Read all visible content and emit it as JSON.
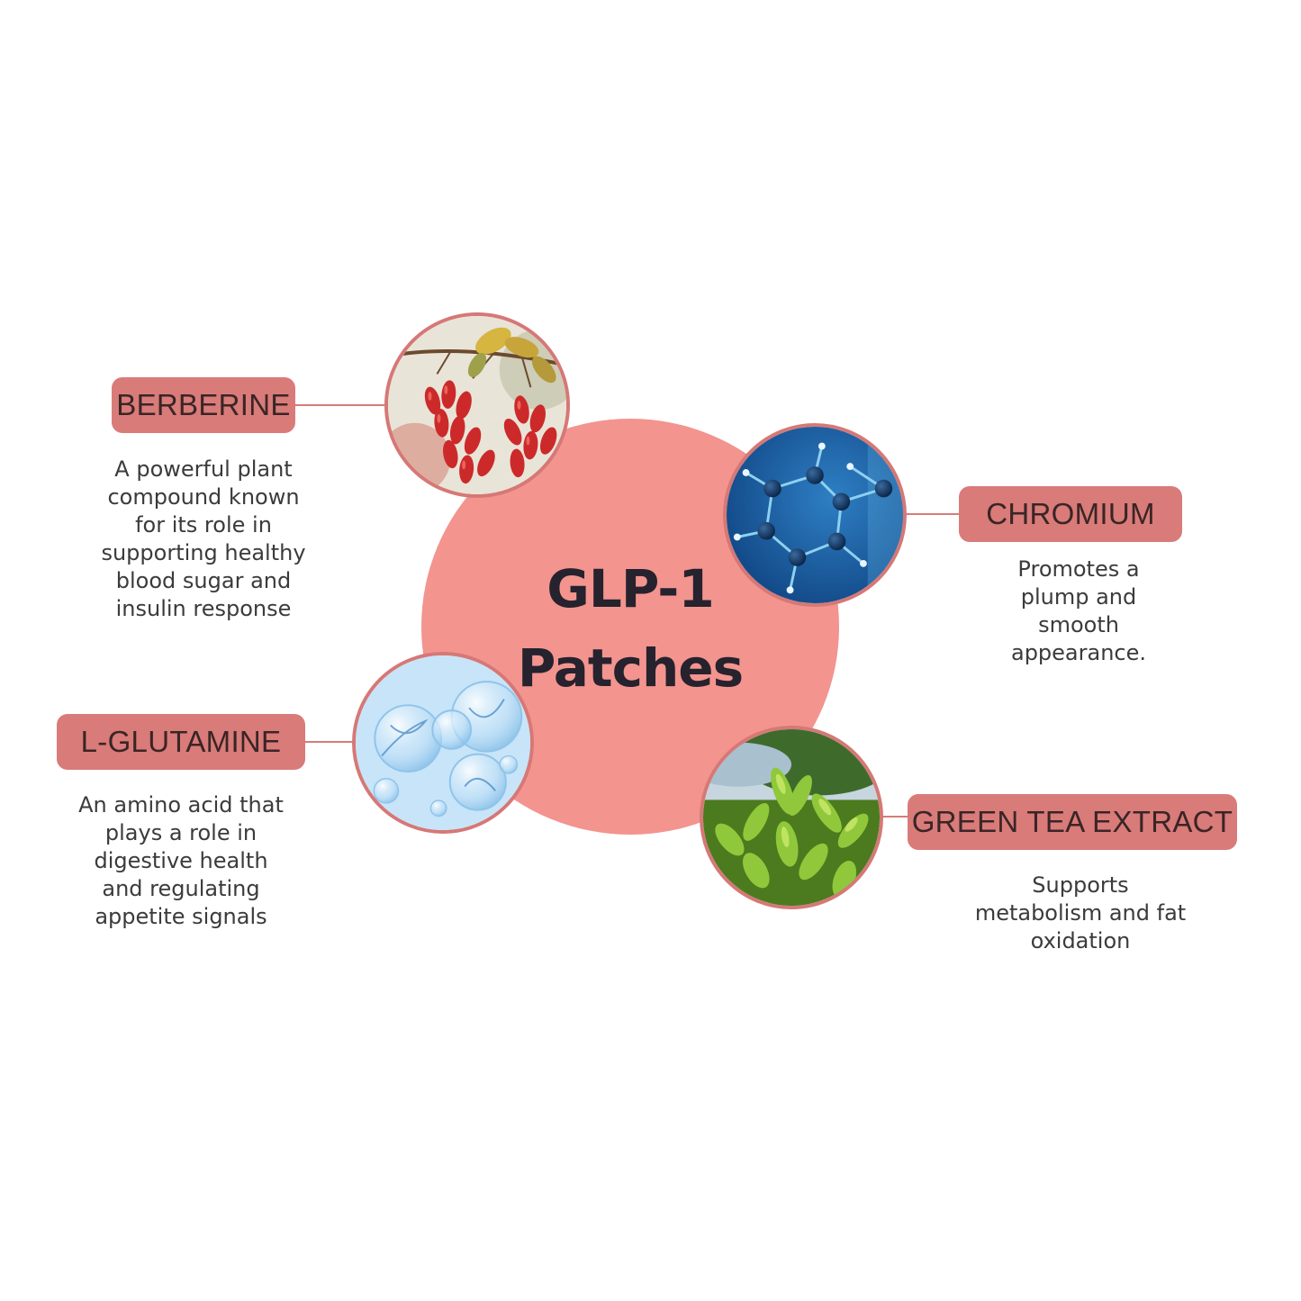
{
  "center": {
    "line1": "GLP-1",
    "line2": "Patches"
  },
  "ingredients": [
    {
      "label": "BERBERINE",
      "description": "A powerful plant compound known for its role in supporting healthy blood sugar and insulin response",
      "icon": "barberry-berries-icon"
    },
    {
      "label": "CHROMIUM",
      "description": "Promotes a plump and smooth appearance.",
      "icon": "molecule-icon"
    },
    {
      "label": "L-GLUTAMINE",
      "description": "An amino acid that plays a role in digestive health and regulating appetite signals",
      "icon": "dna-bubbles-icon"
    },
    {
      "label": "GREEN TEA EXTRACT",
      "description": "Supports metabolism and fat oxidation",
      "icon": "tea-leaves-icon"
    }
  ],
  "colors": {
    "center": "#f3948f",
    "label": "#d97b79",
    "ring": "#d67876",
    "title_text": "#26222e",
    "body_text": "#3b3b3b"
  }
}
